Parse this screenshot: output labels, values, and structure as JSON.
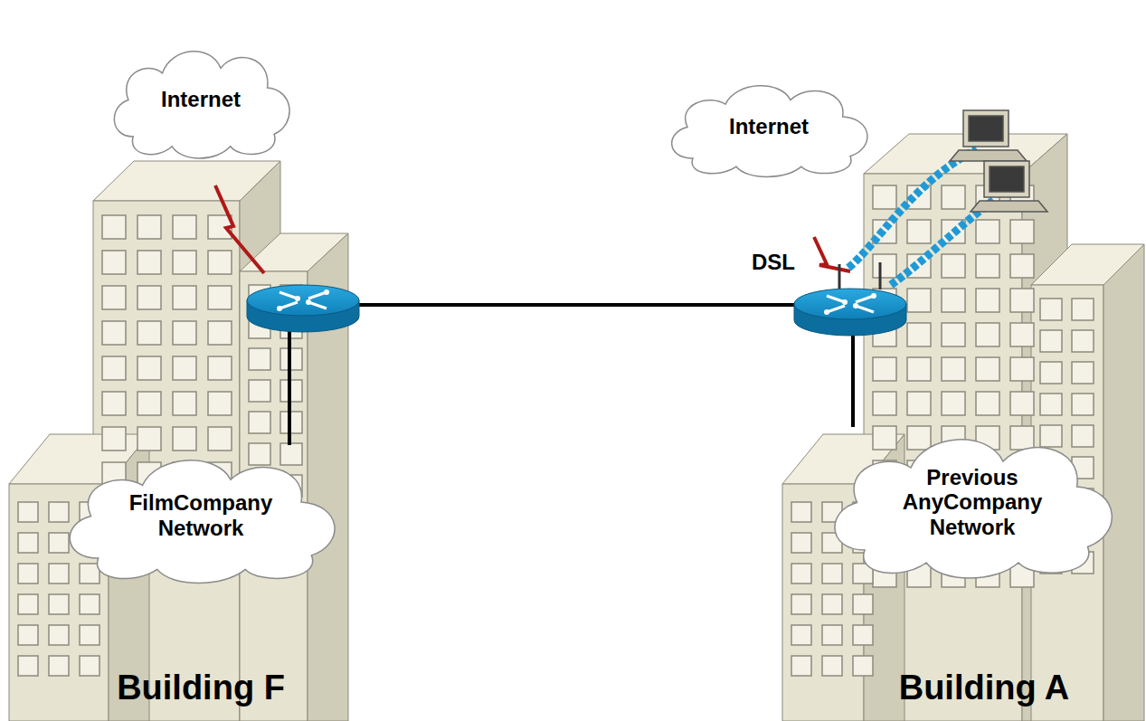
{
  "diagram": {
    "nodes": [
      {
        "text": [
          "Internet"
        ]
      },
      {
        "text": [
          "FilmCompany Network"
        ]
      },
      {
        "text": [
          "Internet"
        ]
      },
      {
        "text": [
          "Previous AnyCompany Network"
        ]
      }
    ],
    "labels": [
      "DSL",
      "Building F",
      "Building A"
    ]
  }
}
